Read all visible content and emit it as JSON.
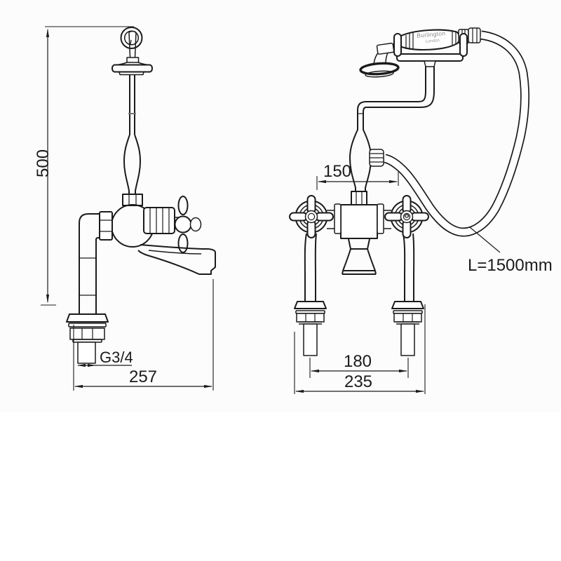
{
  "labels": {
    "height": "500",
    "projection": "257",
    "thread": "G3/4",
    "inlet_centers": "150",
    "leg_centers": "180",
    "overall_width": "235",
    "hose_length": "L=1500mm"
  },
  "brand": {
    "name": "Burlington",
    "city": "London"
  },
  "colors": {
    "line": "#1b1b1b",
    "brand_text": "#8b8b8b",
    "background": "#ffffff"
  }
}
